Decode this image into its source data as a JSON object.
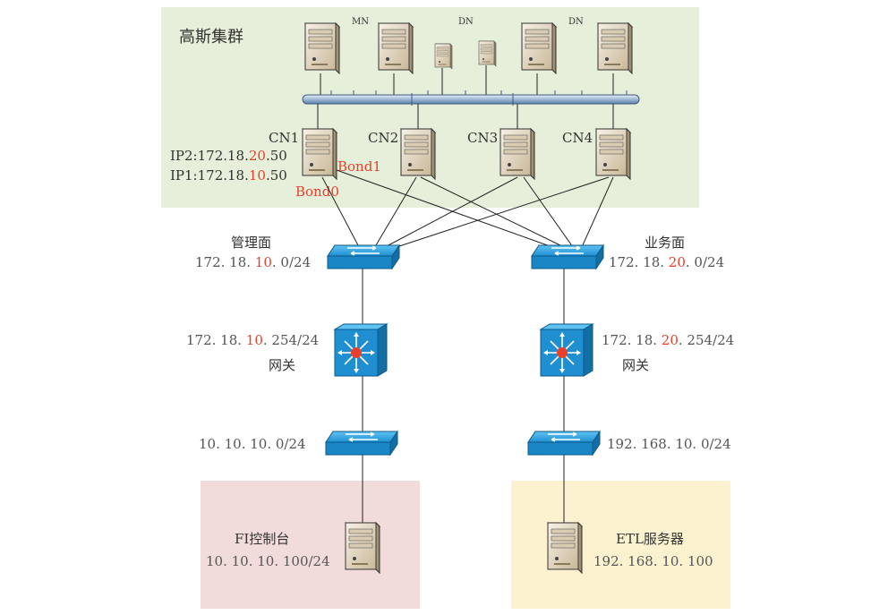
{
  "cluster": {
    "title": "高斯集群",
    "mn_label": "MN",
    "dn_label_1": "DN",
    "dn_label_2": "DN",
    "nodes": [
      "CN1",
      "CN2",
      "CN3",
      "CN4"
    ],
    "ip2": {
      "prefix": "IP2:172.18.",
      "octet": "20",
      "suffix": ".50"
    },
    "ip1": {
      "prefix": "IP1:172.18.",
      "octet": "10",
      "suffix": ".50"
    },
    "bond1": "Bond1",
    "bond0": "Bond0"
  },
  "mgmt": {
    "name": "管理面",
    "subnet": {
      "prefix": "172. 18. ",
      "octet": "10",
      "suffix": ". 0/24"
    },
    "gateway_ip": {
      "prefix": "172. 18. ",
      "octet": "10",
      "suffix": ". 254/24"
    },
    "gateway_label": "网关",
    "lower_subnet": "10. 10. 10. 0/24",
    "console_name": "FI控制台",
    "console_ip": "10. 10. 10. 100/24"
  },
  "service": {
    "name": "业务面",
    "subnet": {
      "prefix": "172. 18. ",
      "octet": "20",
      "suffix": ". 0/24"
    },
    "gateway_ip": {
      "prefix": "172. 18. ",
      "octet": "20",
      "suffix": ". 254/24"
    },
    "gateway_label": "网关",
    "lower_subnet": "192. 168. 10. 0/24",
    "etl_name": "ETL服务器",
    "etl_ip": "192. 168. 10. 100"
  },
  "colors": {
    "cluster_bg": "#e6efd9",
    "console_bg": "#f2dcdb",
    "etl_bg": "#fdf2cf",
    "accent_red": "#e8402c",
    "switch_blue": "#1f8fd1",
    "bus_blue": "#bcd3ea"
  }
}
